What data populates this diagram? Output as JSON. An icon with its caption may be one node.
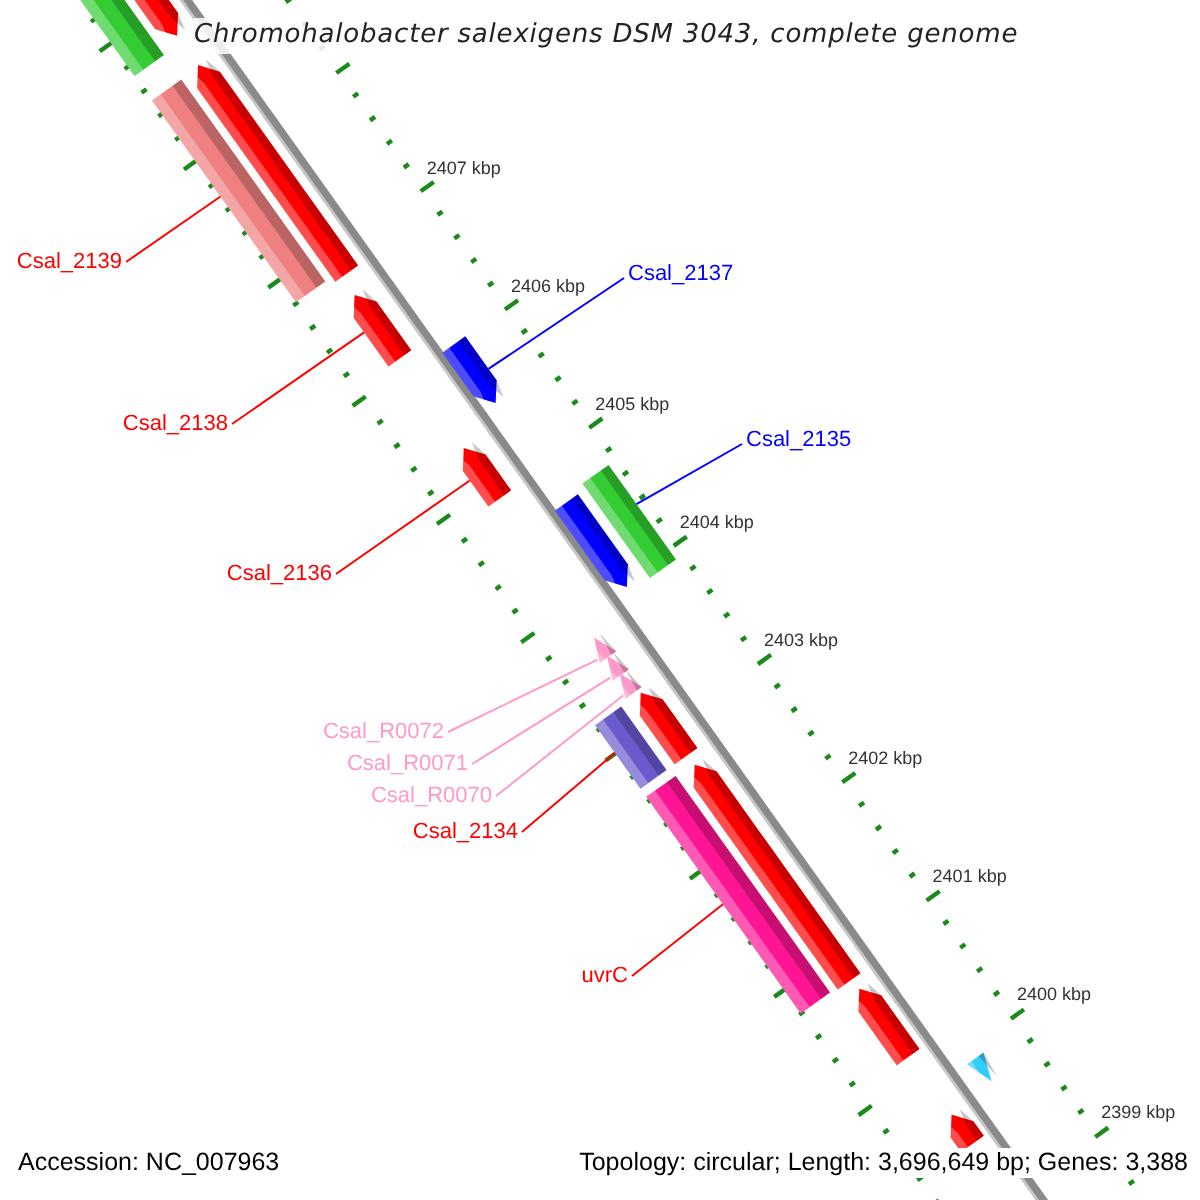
{
  "diagram": {
    "title": "Chromohalobacter salexigens DSM 3043, complete genome",
    "nodes": [
      {
        "text": [],
        "shape": "bar"
      },
      {
        "text": [],
        "shape": "arrow"
      },
      {
        "text": [],
        "shape": "arrow"
      },
      {
        "text": [],
        "shape": "bar"
      },
      {
        "text": [
          "Csal_2139"
        ]
      },
      {
        "text": [
          "Csal_2137"
        ]
      },
      {
        "text": [],
        "shape": "arrow"
      },
      {
        "text": [],
        "shape": "arrow"
      },
      {
        "text": [
          "Csal_2138"
        ]
      },
      {
        "text": [
          "Csal_2135"
        ]
      },
      {
        "text": [],
        "shape": "arrow"
      },
      {
        "text": [],
        "shape": "bar"
      },
      {
        "text": [],
        "shape": "arrow"
      },
      {
        "text": [
          "Csal_2136"
        ]
      },
      {
        "text": [],
        "shape": "triangle"
      },
      {
        "text": [],
        "shape": "triangle"
      },
      {
        "text": [],
        "shape": "triangle"
      },
      {
        "text": [],
        "shape": "arrow"
      },
      {
        "text": [
          "Csal_R0072"
        ]
      },
      {
        "text": [],
        "shape": "bar"
      },
      {
        "text": [
          "Csal_R0071"
        ]
      },
      {
        "text": [
          "Csal_R0070"
        ]
      },
      {
        "text": [
          "Csal_2134"
        ]
      },
      {
        "text": [],
        "shape": "arrow"
      },
      {
        "text": [],
        "shape": "bar"
      },
      {
        "text": [
          "uvrC"
        ]
      },
      {
        "text": [],
        "shape": "arrow"
      },
      {
        "text": [],
        "shape": "triangle"
      },
      {
        "text": [],
        "shape": "arrow"
      }
    ],
    "edges": [
      {
        "from": 4,
        "to": 3,
        "arrow": "none"
      },
      {
        "from": 5,
        "to": 7,
        "arrow": "none",
        "color": "#0000ff"
      },
      {
        "from": 8,
        "to": 6,
        "arrow": "none"
      },
      {
        "from": 9,
        "to": 11,
        "arrow": "none",
        "color": "#0000ff"
      },
      {
        "from": 13,
        "to": 10,
        "arrow": "none"
      },
      {
        "from": 18,
        "to": 14,
        "arrow": "none",
        "color": "#ff99cc"
      },
      {
        "from": 20,
        "to": 15,
        "arrow": "none",
        "color": "#ff99cc"
      },
      {
        "from": 21,
        "to": 16,
        "arrow": "none",
        "color": "#ff99cc"
      },
      {
        "from": 22,
        "to": 19,
        "arrow": "none"
      },
      {
        "from": 25,
        "to": 24,
        "arrow": "none"
      }
    ],
    "labels": [
      "2407 kbp",
      "2406 kbp",
      "2405 kbp",
      "2404 kbp",
      "2403 kbp",
      "2402 kbp",
      "2401 kbp",
      "2400 kbp",
      "2399 kbp",
      "Accession: NC_007963",
      "Topology: circular; Length: 3,696,649 bp; Genes: 3,388"
    ]
  }
}
